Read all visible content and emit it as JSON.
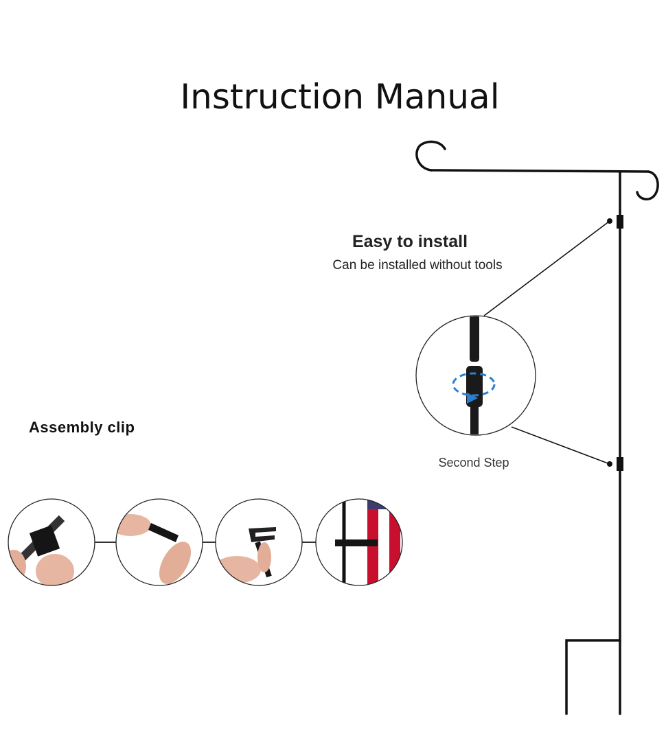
{
  "title": "Instruction Manual",
  "install": {
    "heading": "Easy to install",
    "subheading": "Can be installed without tools",
    "step_caption": "Second Step"
  },
  "assembly": {
    "label": "Assembly clip",
    "steps": [
      "clip-step-1",
      "clip-step-2",
      "clip-step-3",
      "clip-step-4"
    ]
  },
  "colors": {
    "pole": "#111111",
    "rotation_arrow": "#2a7fd4",
    "skin": "#e8b8a0",
    "flag_red": "#c8102e",
    "flag_blue": "#3c3b6e"
  }
}
